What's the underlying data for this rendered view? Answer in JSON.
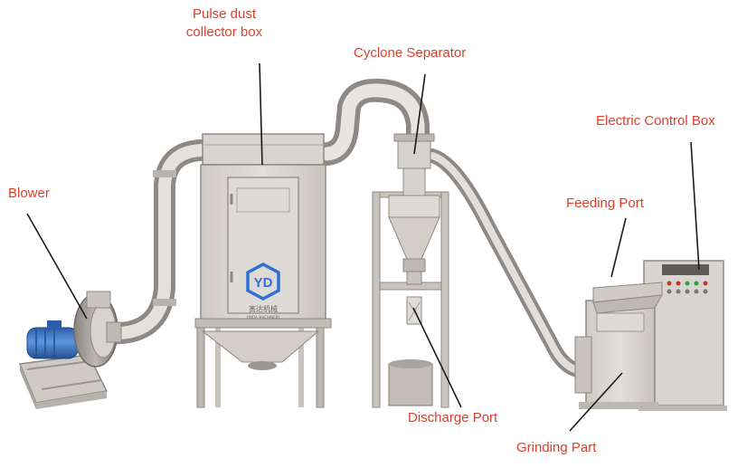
{
  "labels": {
    "pulse_dust_collector_box_line1": "Pulse dust",
    "pulse_dust_collector_box_line2": "collector box",
    "cyclone_separator": "Cyclone Separator",
    "electric_control_box": "Electric Control Box",
    "blower": "Blower",
    "feeding_port": "Feeding Port",
    "discharge_port": "Discharge Port",
    "grinding_part": "Grinding Part"
  },
  "logo": {
    "brand_mark": "YD",
    "brand_cn": "寅达机械",
    "brand_en": "YINDA MACHINERY"
  },
  "colors": {
    "label_text": "#d9412b",
    "leader_line": "#1a1a1a",
    "machine_metal": "#d6d2cd",
    "logo_blue": "#2f6fd6",
    "motor_blue": "#3b76c8"
  }
}
